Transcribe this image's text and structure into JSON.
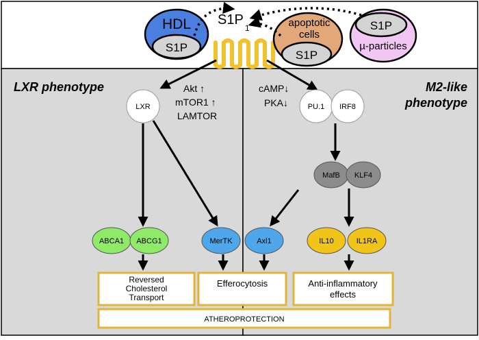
{
  "top": {
    "hdl_label": "HDL",
    "hdl_s1p": "S1P",
    "s1p1_main": "S1P",
    "s1p1_sub": "1",
    "apoptotic_line1": "apoptotic",
    "apoptotic_line2": "cells",
    "apoptotic_s1p": "S1P",
    "microparticles_s1p": "S1P",
    "microparticles_label": "µ-particles"
  },
  "left_panel": {
    "title": "LXR phenotype",
    "lxr": "LXR",
    "signals": [
      "Akt ↑",
      "mTOR1 ↑",
      "LAMTOR"
    ],
    "abca1": "ABCA1",
    "abcg1": "ABCG1",
    "mertk": "MerTK",
    "outcome_rct": [
      "Reversed",
      "Cholesterol",
      "Transport"
    ],
    "outcome_efferocytosis": "Efferocytosis"
  },
  "right_panel": {
    "title_line1": "M2-like",
    "title_line2": "phenotype",
    "signals": [
      "cAMP↓",
      "PKA↓"
    ],
    "pu1": "PU.1",
    "irf8": "IRF8",
    "mafb": "MafB",
    "klf4": "KLF4",
    "axl1": "Axl1",
    "il10": "IL10",
    "il1ra": "IL1RA",
    "outcome_antiinflammatory": [
      "Anti-inflammatory",
      "effects"
    ]
  },
  "footer": {
    "atheroprotection": "ATHEROPROTECTION"
  },
  "colors": {
    "hdl_blue": "#4a7fe0",
    "s1p_gray": "#d4d4d4",
    "apoptotic_orange": "#e2a87a",
    "microparticles_pink": "#f2c6f2",
    "receptor_yellow": "#f2c12e",
    "panel_gray": "#d9d9d9",
    "green": "#8fea6a",
    "blue_node": "#4ea7ea",
    "dark_gray_node": "#8c8c8c",
    "yellow_node": "#f0c419",
    "outcome_border": "#e2b43a"
  }
}
